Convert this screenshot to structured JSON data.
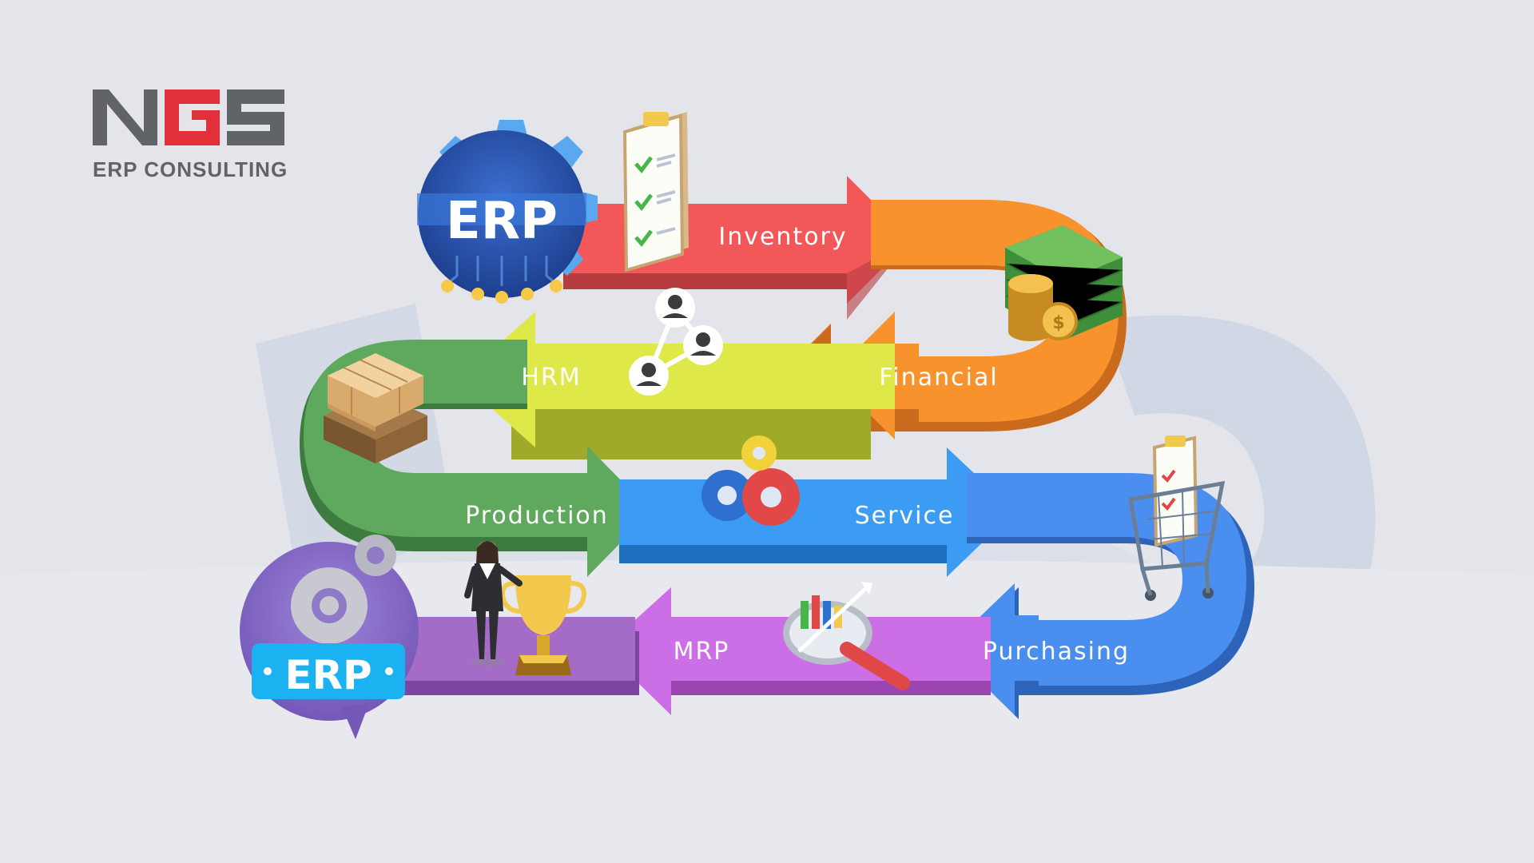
{
  "logo": {
    "brand": "NGS",
    "tagline": "ERP CONSULTING"
  },
  "badges": {
    "top": "ERP",
    "bottom": "ERP"
  },
  "modules": {
    "inventory": "Inventory",
    "financial": "Financial",
    "hrm": "HRM",
    "production": "Production",
    "service": "Service",
    "purchasing": "Purchasing",
    "mrp": "MRP"
  },
  "colors": {
    "inventory": "#f2575a",
    "financial": "#f8922c",
    "hrm": "#dfe849",
    "production": "#5fa95f",
    "service": "#3c9cf4",
    "purchasing": "#4a8ff0",
    "mrp": "#cc6fe6",
    "final": "#a46cc6",
    "background": "#e4e5ea"
  },
  "icons": [
    "gear-icon",
    "clipboard-checklist-icon",
    "money-stack-icon",
    "people-network-icon",
    "boxes-pallet-icon",
    "cogs-icon",
    "shopping-cart-icon",
    "magnifier-chart-icon",
    "trophy-icon",
    "businesswoman-icon"
  ]
}
